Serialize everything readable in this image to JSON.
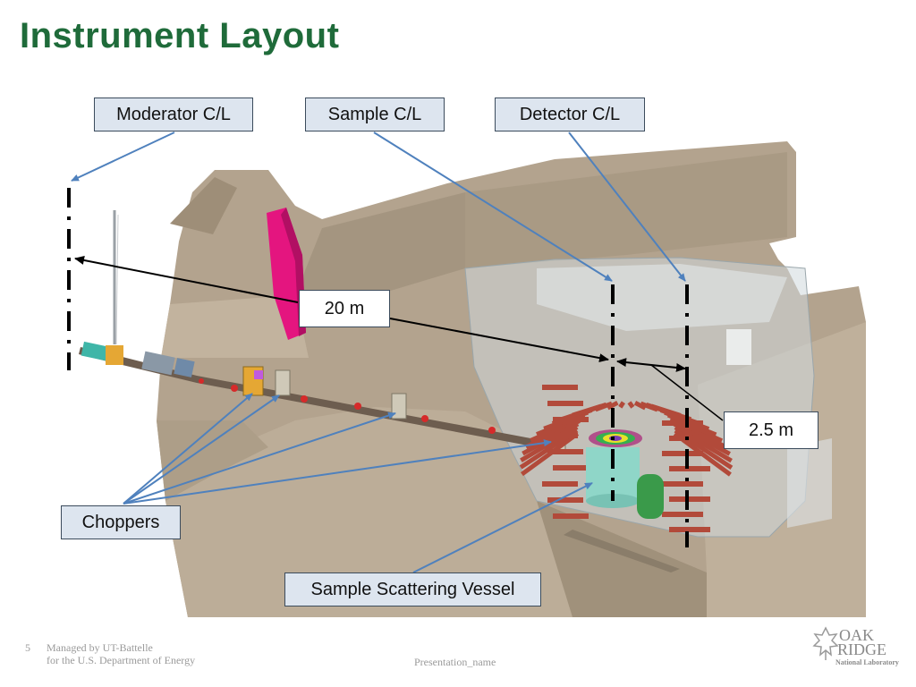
{
  "slide": {
    "title": "Instrument Layout",
    "page_number": "5",
    "footer_line1": "Managed by UT-Battelle",
    "footer_line2": "for the U.S. Department of Energy",
    "presentation_name": "Presentation_name"
  },
  "labels": {
    "moderator": "Moderator C/L",
    "sample": "Sample C/L",
    "detector": "Detector C/L",
    "distance_main": "20 m",
    "distance_detector": "2.5 m",
    "choppers": "Choppers",
    "vessel": "Sample Scattering Vessel"
  },
  "logo": {
    "line1": "OAK",
    "line2": "RIDGE",
    "line3": "National Laboratory"
  },
  "colors": {
    "title": "#1f6b3a",
    "shielding": "#b3a38e",
    "arrow": "#4f81bd",
    "magenta": "#e4157f",
    "detector_bank": "#b24a3a"
  }
}
